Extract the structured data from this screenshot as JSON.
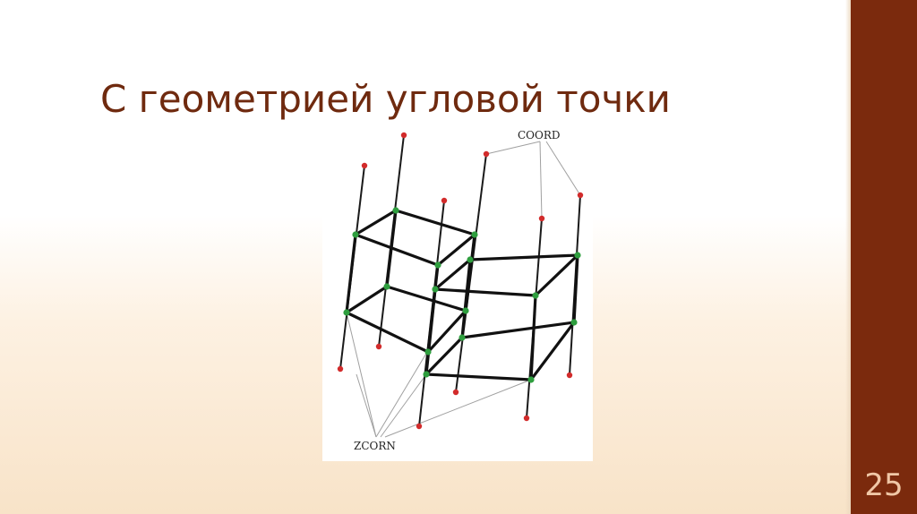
{
  "slide": {
    "title": "С геометрией угловой точки",
    "number": "25"
  },
  "figure": {
    "label_coord": "COORD",
    "label_zcorn": "ZCORN"
  },
  "colors": {
    "title": "#6f2a0f",
    "sidebar": "#7b2a0d",
    "slide_number": "#f0c7a6",
    "pillar_end": "#d22b2b",
    "corner_point": "#2e9e3e",
    "edge": "#111111",
    "leader": "#9a9a9a"
  }
}
